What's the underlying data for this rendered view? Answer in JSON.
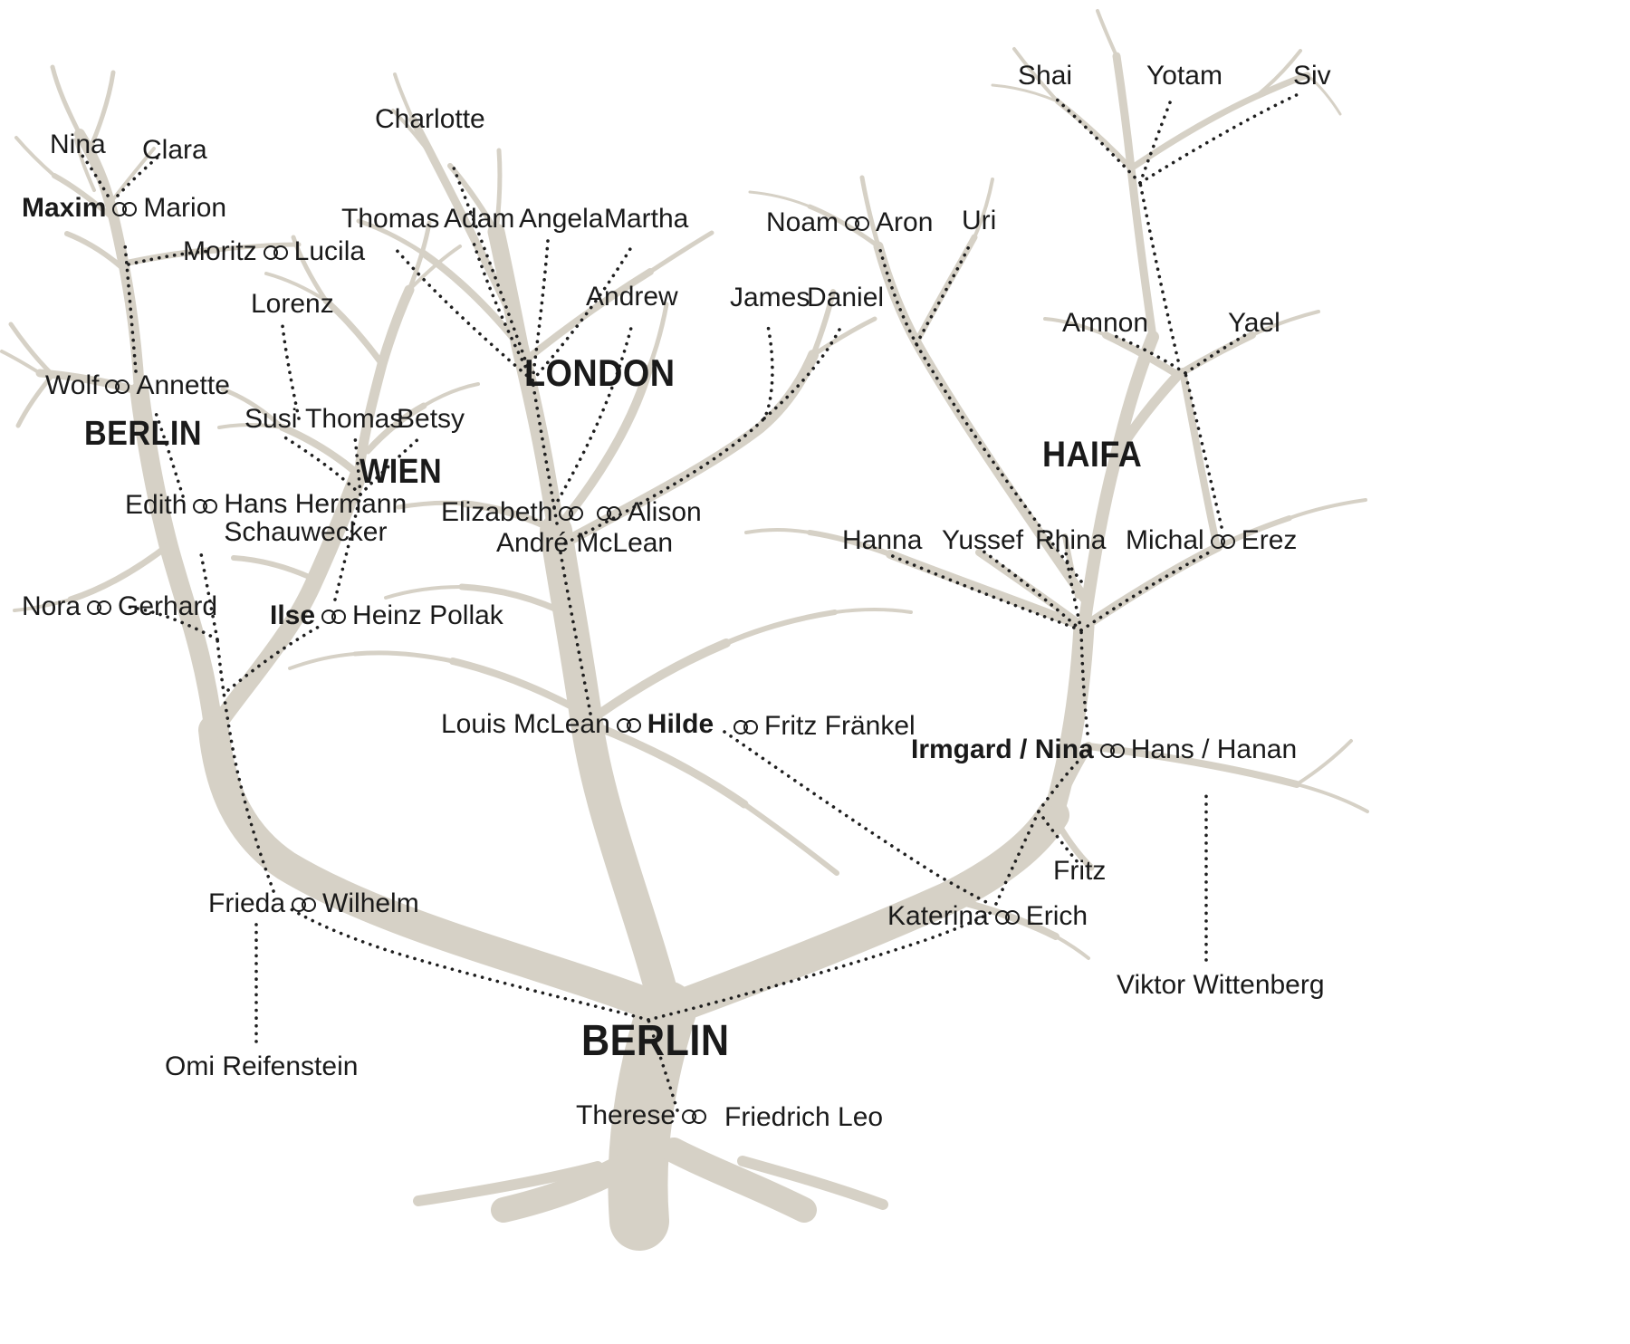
{
  "diagram": {
    "type": "family-tree",
    "background": "#ffffff",
    "branch_color": "#d6d1c6",
    "line_color": "#1f1f1f",
    "icons": {
      "marriage": "double-rings-icon"
    },
    "cities": {
      "berlin_top": "BERLIN",
      "wien": "WIEN",
      "london": "LONDON",
      "haifa": "HAIFA",
      "berlin_bottom": "BERLIN"
    },
    "people": {
      "nina": "Nina",
      "clara": "Clara",
      "lorenz": "Lorenz",
      "susi": "Susi",
      "thomas_wien": "Thomas",
      "betsy": "Betsy",
      "charlotte": "Charlotte",
      "thomas_london": "Thomas",
      "adam": "Adam",
      "angela": "Angela",
      "martha": "Martha",
      "andrew": "Andrew",
      "james": "James",
      "daniel": "Daniel",
      "uri": "Uri",
      "shai": "Shai",
      "yotam": "Yotam",
      "siv": "Siv",
      "amnon": "Amnon",
      "yael": "Yael",
      "hanna": "Hanna",
      "yussef": "Yussef",
      "rhina": "Rhina",
      "fritz": "Fritz",
      "andre_mclean": "André McLean",
      "elizabeth": "Elizabeth",
      "alison": "Alison",
      "fritz_fraenkel": "Fritz Fränkel",
      "therese": "Therese",
      "friedrich_leo": "Friedrich Leo"
    },
    "couples": {
      "maxim_marion": {
        "left": "Maxim",
        "right": "Marion"
      },
      "moritz_lucila": {
        "left": "Moritz",
        "right": "Lucila"
      },
      "wolf_annette": {
        "left": "Wolf",
        "right": "Annette"
      },
      "edith_schauwecker": {
        "left": "Edith",
        "right_line1": "Hans Hermann",
        "right_line2": "Schauwecker"
      },
      "nora_gerhard": {
        "left": "Nora",
        "right": "Gerhard"
      },
      "ilse_heinz": {
        "left": "Ilse",
        "right": "Heinz Pollak"
      },
      "louis_hilde": {
        "left": "Louis McLean",
        "right": "Hilde"
      },
      "noam_aron": {
        "left": "Noam",
        "right": "Aron"
      },
      "michal_erez": {
        "left": "Michal",
        "right": "Erez"
      },
      "irmgard_hans": {
        "left": "Irmgard / Nina",
        "right": "Hans / Hanan"
      },
      "katerina_erich": {
        "left": "Katerina",
        "right": "Erich"
      },
      "frieda_wilhelm": {
        "left": "Frieda",
        "right": "Wilhelm"
      }
    },
    "annotations": {
      "omi": "Omi Reifenstein",
      "viktor": "Viktor Wittenberg"
    }
  }
}
